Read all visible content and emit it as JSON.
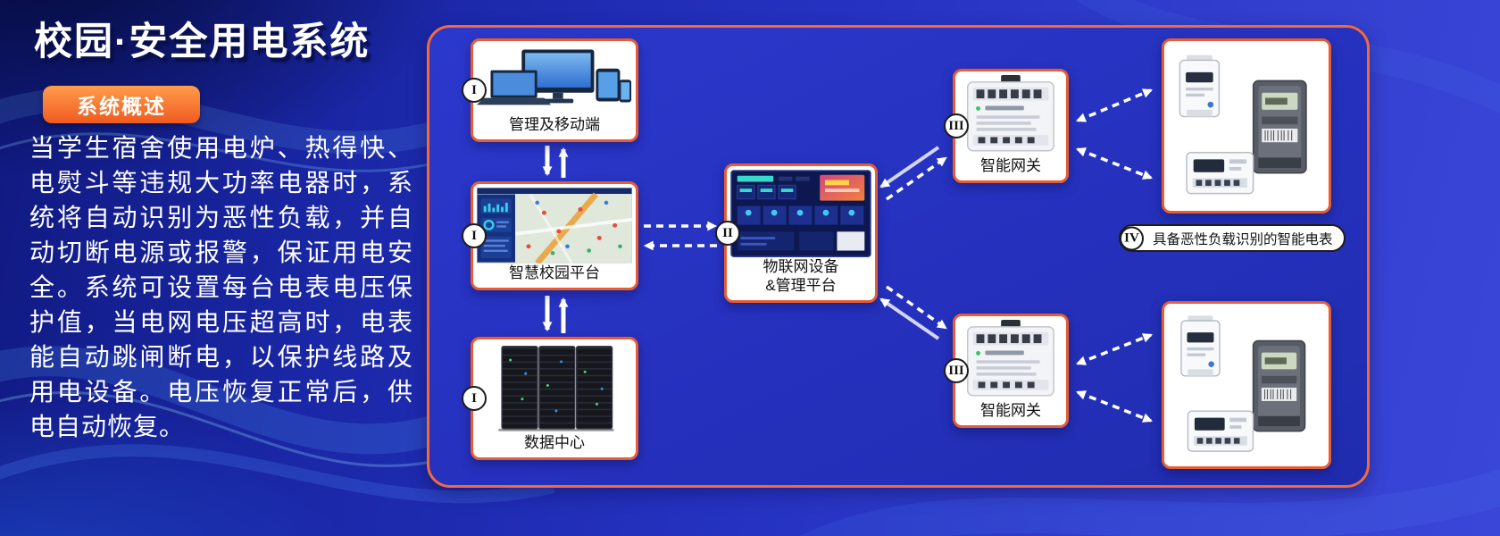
{
  "header": {
    "title": "校园·安全用电系统",
    "badge": "系统概述",
    "description": "当学生宿舍使用电炉、热得快、电熨斗等违规大功率电器时，系统将自动识别为恶性负载，并自动切断电源或报警，保证用电安全。系统可设置每台电表电压保护值，当电网电压超高时，电表能自动跳闸断电，以保护线路及用电设备。电压恢复正常后，供电自动恢复。"
  },
  "diagram": {
    "nodes": {
      "management": {
        "numeral": "I",
        "label": "管理及移动端"
      },
      "platform": {
        "numeral": "I",
        "label": "智慧校园平台"
      },
      "datacenter": {
        "numeral": "I",
        "label": "数据中心"
      },
      "iot": {
        "numeral": "II",
        "label": "物联网设备\n&管理平台"
      },
      "gateway_top": {
        "numeral": "III",
        "label": "智能网关"
      },
      "gateway_bottom": {
        "numeral": "III",
        "label": "智能网关"
      },
      "meters": {
        "numeral": "IV",
        "label": "具备恶性负载识别的智能电表"
      }
    }
  },
  "colors": {
    "accent_orange": "#f2622f",
    "node_border": "#e85c33",
    "panel_background": "#2633c2"
  }
}
